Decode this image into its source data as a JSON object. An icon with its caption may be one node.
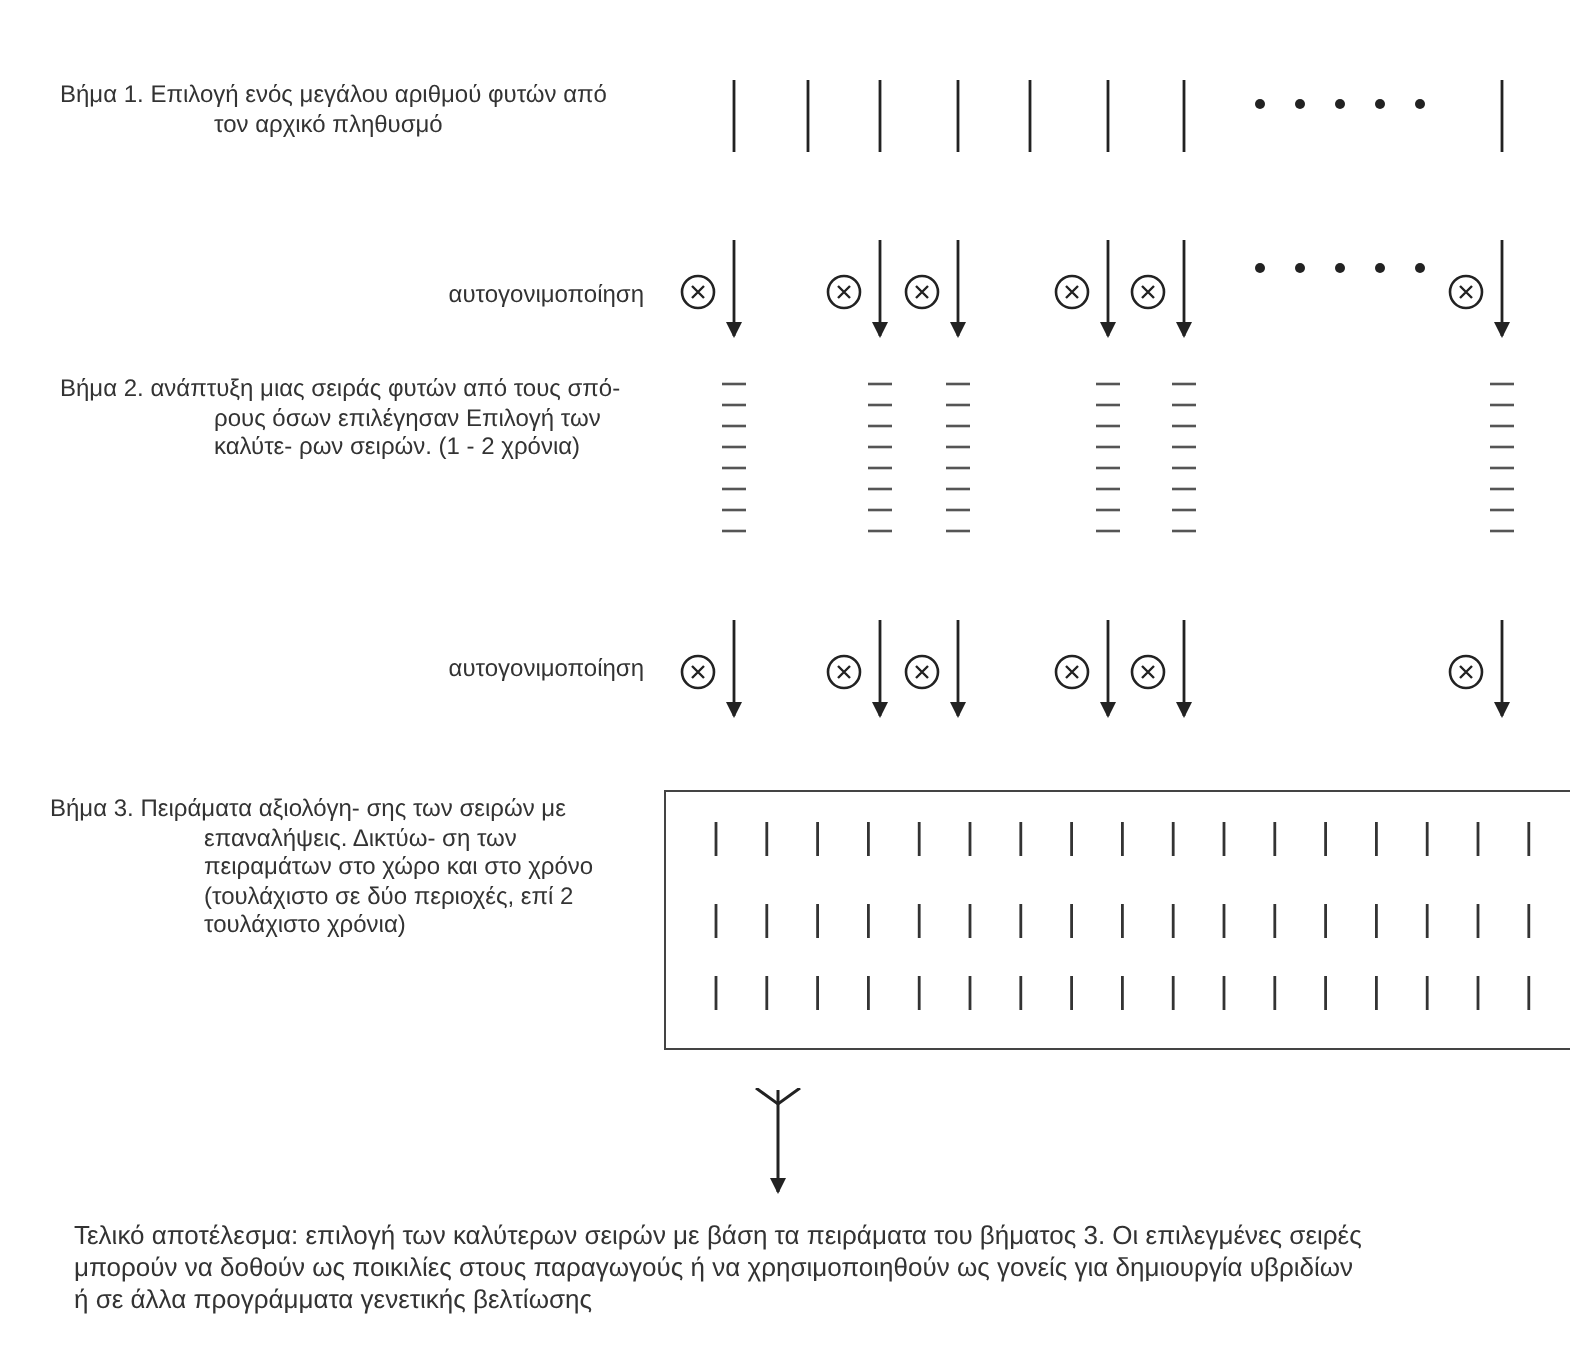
{
  "diagram": {
    "nodes": [
      {
        "text": [],
        "shape": "box"
      },
      {
        "text": [
          "Τελικό αποτέλεσμα: επιλογή των καλύτερων σειρών με βάση τα πειράματα του βήματος 3. Οι επιλεγμένες σειρές μπορούν να δοθούν ως ποικιλίες στους παραγωγούς ή να χρησιμοποιηθούν ως γονείς για δημιουργία υβριδίων ή σε άλλα προγράμματα γενετικής βελτίωσης"
        ]
      }
    ],
    "edges": [
      {
        "from": 0,
        "to": 1,
        "arrow": "to"
      }
    ],
    "labels": [
      "Βήμα 1. Επιλογή ενός μεγάλου αριθμού φυτών από τον αρχικό πληθυσμό",
      "αυτογονιμοποίηση",
      "Βήμα 2. ανάπτυξη μιας σειράς φυτών από τους σπό- ρους όσων επιλέγησαν Επιλογή των καλύτε- ρων σειρών. (1 - 2 χρόνια)",
      "αυτογονιμοποίηση",
      "Βήμα 3. Πειράματα αξιολόγη- σης των σειρών με επαναλήψεις. Δικτύω- ση των πειραμάτων στο χώρο και στο χρόνο (τουλάχιστο σε δύο περιοχές, επί 2 τουλάχιστο χρόνια)"
    ]
  }
}
